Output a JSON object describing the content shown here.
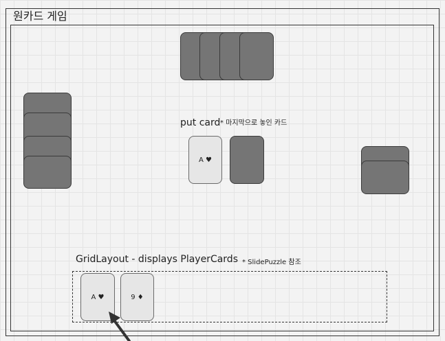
{
  "title": "원카드 게임",
  "labels": {
    "put_card": "put card",
    "put_card_note": "* 마지막으로 놓인 카드",
    "grid_layout": "GridLayout - displays PlayerCards",
    "grid_note": "* SlidePuzzle 참조"
  },
  "cards": {
    "put_card_face": "A ♥",
    "player_card_1": "A ♥",
    "player_card_2": "9 ♦"
  },
  "colors": {
    "card_back": "#757575",
    "card_face": "#e6e6e6",
    "background": "#f3f3f3"
  }
}
